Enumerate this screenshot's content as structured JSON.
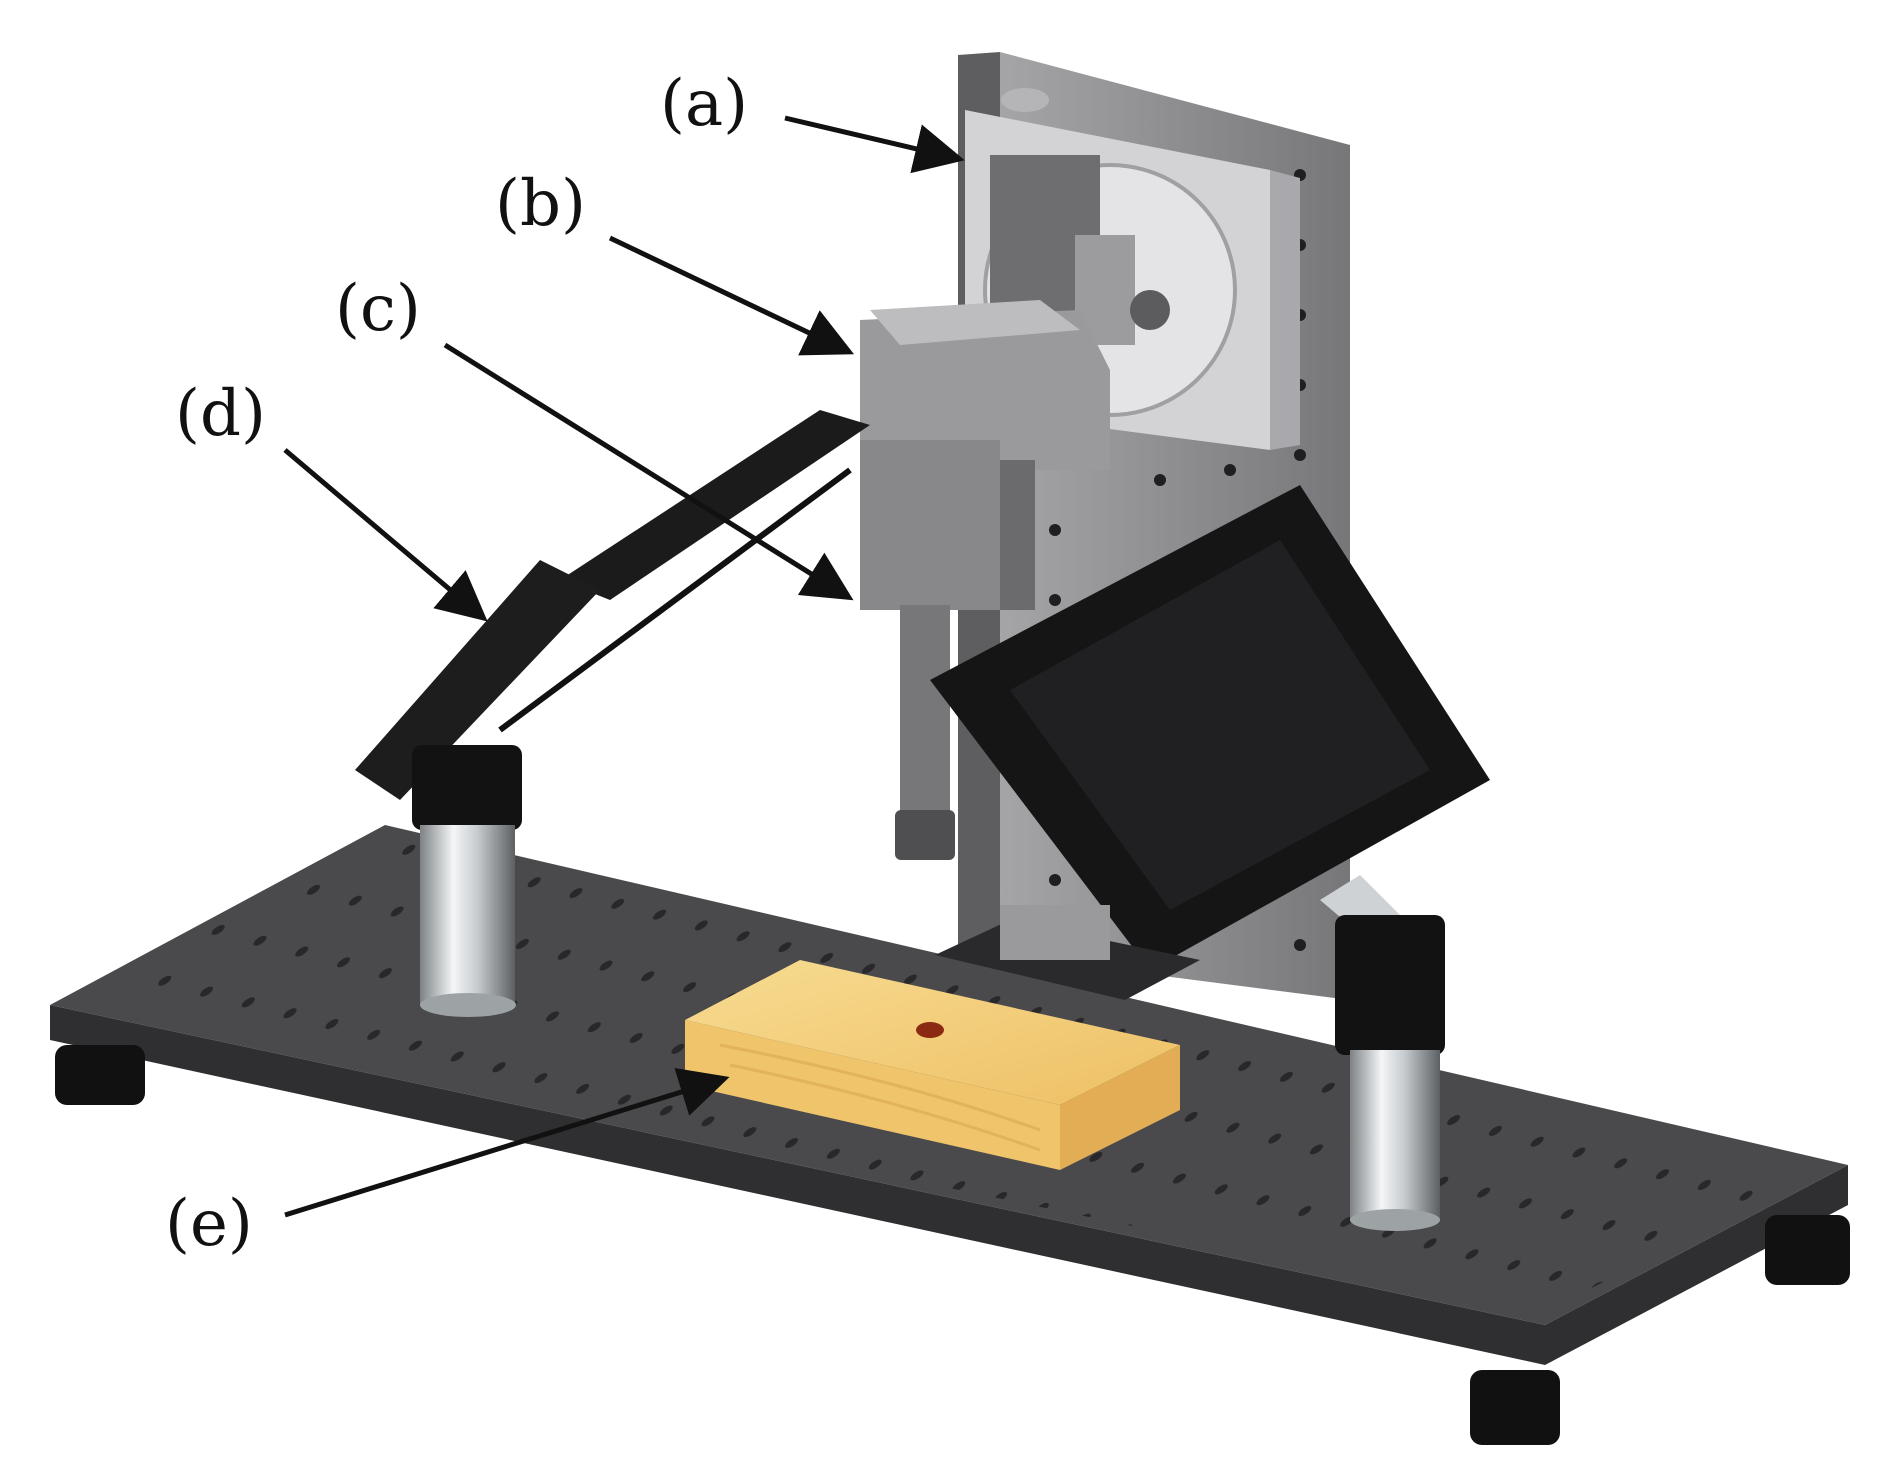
{
  "labels": {
    "a": "(a)",
    "b": "(b)",
    "c": "(c)",
    "d": "(d)",
    "e": "(e)"
  },
  "colors": {
    "table_top": "#4a4a4d",
    "table_edge": "#2f2f31",
    "hole": "#1c1c1e",
    "panel": "#8f8f92",
    "bracket": "#c8c8ca",
    "camera": "#8a8a8c",
    "light": "#1a1a1b",
    "wood": "#f2cf7a",
    "wood_edge": "#e7b660",
    "chrome": "#d9dde0",
    "arrow": "#111111"
  }
}
